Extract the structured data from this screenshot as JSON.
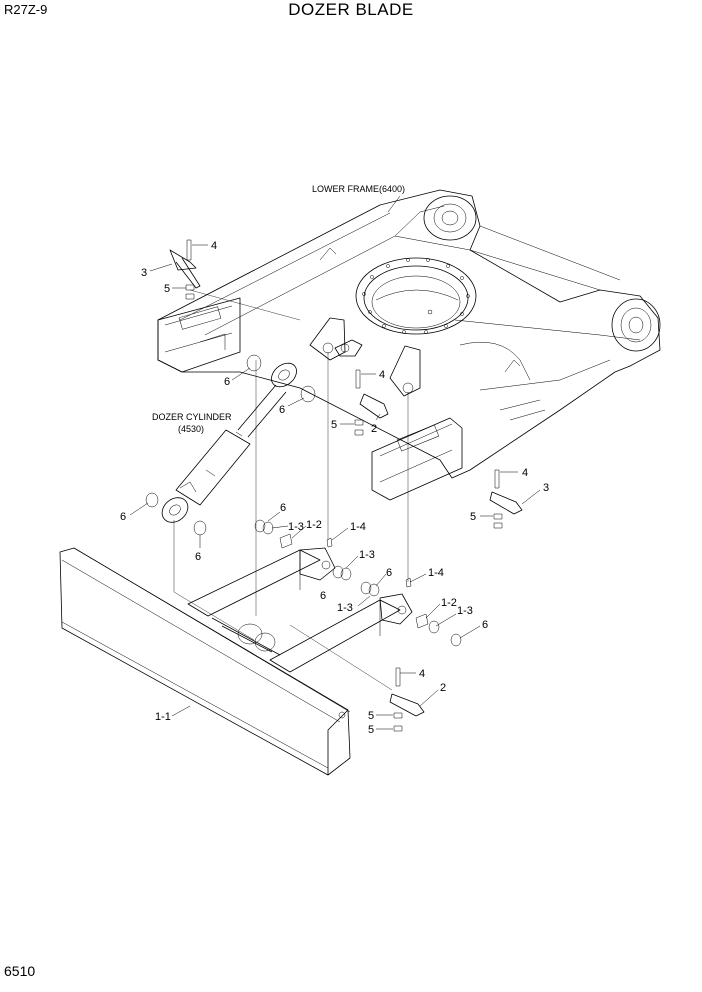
{
  "header": {
    "model": "R27Z-9",
    "title": "DOZER BLADE"
  },
  "footer": {
    "page_number": "6510"
  },
  "diagram": {
    "assembly_labels": {
      "lower_frame": "LOWER FRAME(6400)",
      "dozer_cylinder_name": "DOZER CYLINDER",
      "dozer_cylinder_code": "(4530)"
    },
    "callouts": {
      "c4_top": "4",
      "c3_top": "3",
      "c5_top": "5",
      "c6_a": "6",
      "c6_b": "6",
      "c4_mid": "4",
      "c5_mid": "5",
      "c2_mid": "2",
      "c4_right": "4",
      "c3_right": "3",
      "c5_right": "5",
      "c6_c": "6",
      "c6_d": "6",
      "c6_e": "6",
      "c1_3_a": "1-3",
      "c1_2_a": "1-2",
      "c1_4_a": "1-4",
      "c1_3_b": "1-3",
      "c6_f": "6",
      "c6_g": "6",
      "c1_4_b": "1-4",
      "c1_2_b": "1-2",
      "c1_3_c": "1-3",
      "c1_3_d": "1-3",
      "c6_h": "6",
      "c4_bottom": "4",
      "c2_bottom": "2",
      "c5_bottom_a": "5",
      "c5_bottom_b": "5",
      "c1_1": "1-1"
    }
  }
}
